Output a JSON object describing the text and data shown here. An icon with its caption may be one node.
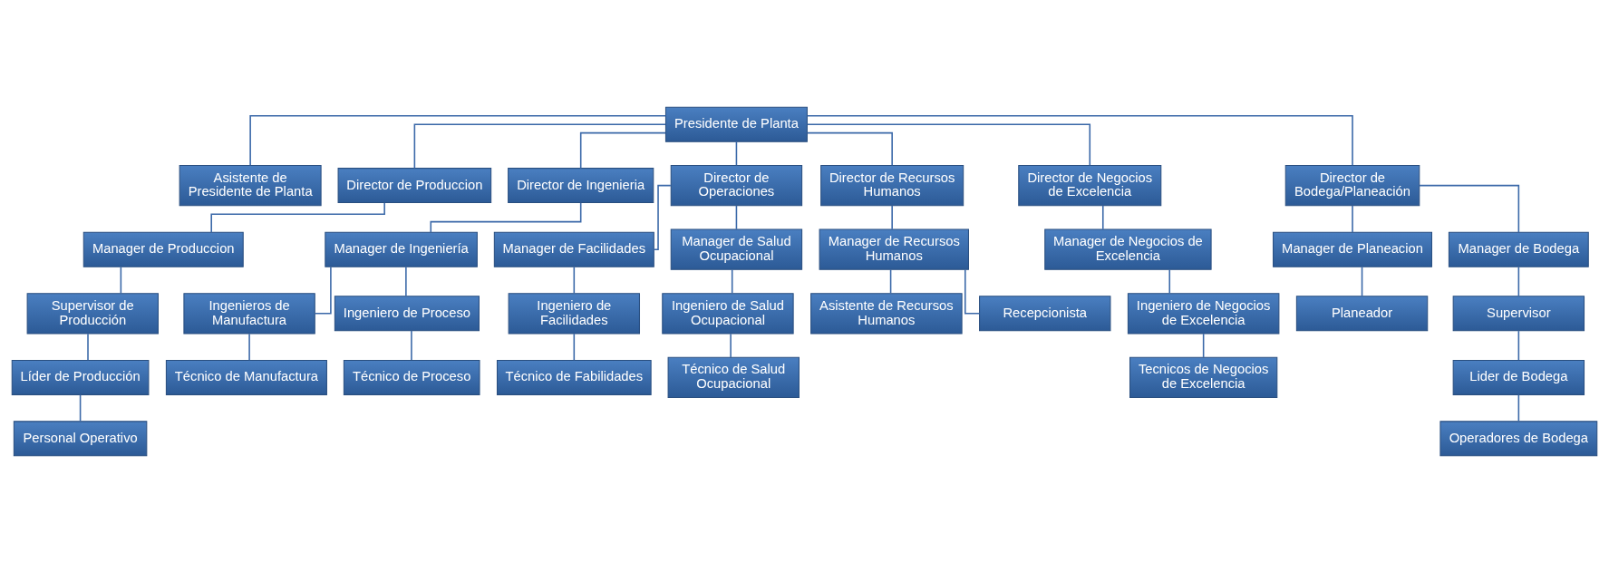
{
  "diagram": {
    "nodes": [
      {
        "text": [
          "Presidente de Planta"
        ]
      },
      {
        "text": [
          "Asistente de Presidente de Planta"
        ]
      },
      {
        "text": [
          "Director de Produccion"
        ]
      },
      {
        "text": [
          "Director de Ingenieria"
        ]
      },
      {
        "text": [
          "Director de Operaciones"
        ]
      },
      {
        "text": [
          "Director de Recursos Humanos"
        ]
      },
      {
        "text": [
          "Director de Negocios de Excelencia"
        ]
      },
      {
        "text": [
          "Director de Bodega/Planeación"
        ]
      },
      {
        "text": [
          "Manager de Produccion"
        ]
      },
      {
        "text": [
          "Manager de Ingeniería"
        ]
      },
      {
        "text": [
          "Manager de Facilidades"
        ]
      },
      {
        "text": [
          "Manager de Salud Ocupacional"
        ]
      },
      {
        "text": [
          "Manager de Recursos Humanos"
        ]
      },
      {
        "text": [
          "Manager de Negocios de Excelencia"
        ]
      },
      {
        "text": [
          "Manager de Planeacion"
        ]
      },
      {
        "text": [
          "Manager de Bodega"
        ]
      },
      {
        "text": [
          "Supervisor de Producción"
        ]
      },
      {
        "text": [
          "Ingenieros de Manufactura"
        ]
      },
      {
        "text": [
          "Ingeniero de Proceso"
        ]
      },
      {
        "text": [
          "Ingeniero de Facilidades"
        ]
      },
      {
        "text": [
          "Ingeniero de Salud Ocupacional"
        ]
      },
      {
        "text": [
          "Asistente de Recursos Humanos"
        ]
      },
      {
        "text": [
          "Ingeniero de Negocios de Excelencia"
        ]
      },
      {
        "text": [
          "Planeador"
        ]
      },
      {
        "text": [
          "Supervisor"
        ]
      },
      {
        "text": [
          "Líder de Producción"
        ]
      },
      {
        "text": [
          "Técnico de Manufactura"
        ]
      },
      {
        "text": [
          "Técnico de Proceso"
        ]
      },
      {
        "text": [
          "Técnico de Fabilidades"
        ]
      },
      {
        "text": [
          "Técnico de Salud Ocupacional"
        ]
      },
      {
        "text": [
          "Recepcionista"
        ]
      },
      {
        "text": [
          "Tecnicos de Negocios de Excelencia"
        ]
      },
      {
        "text": [
          "Lider de Bodega"
        ]
      },
      {
        "text": [
          "Personal Operativo"
        ]
      },
      {
        "text": [
          "Operadores de Bodega"
        ]
      }
    ],
    "edges": [
      {
        "from": 0,
        "to": 1,
        "arrow": "none"
      },
      {
        "from": 0,
        "to": 2,
        "arrow": "none"
      },
      {
        "from": 0,
        "to": 3,
        "arrow": "none"
      },
      {
        "from": 0,
        "to": 4,
        "arrow": "none"
      },
      {
        "from": 0,
        "to": 5,
        "arrow": "none"
      },
      {
        "from": 0,
        "to": 6,
        "arrow": "none"
      },
      {
        "from": 0,
        "to": 7,
        "arrow": "none"
      },
      {
        "from": 2,
        "to": 8,
        "arrow": "none"
      },
      {
        "from": 3,
        "to": 9,
        "arrow": "none"
      },
      {
        "from": 4,
        "to": 10,
        "arrow": "none"
      },
      {
        "from": 4,
        "to": 11,
        "arrow": "none"
      },
      {
        "from": 5,
        "to": 12,
        "arrow": "none"
      },
      {
        "from": 6,
        "to": 13,
        "arrow": "none"
      },
      {
        "from": 7,
        "to": 14,
        "arrow": "none"
      },
      {
        "from": 7,
        "to": 15,
        "arrow": "none"
      },
      {
        "from": 8,
        "to": 16,
        "arrow": "none"
      },
      {
        "from": 9,
        "to": 17,
        "arrow": "none"
      },
      {
        "from": 9,
        "to": 18,
        "arrow": "none"
      },
      {
        "from": 10,
        "to": 19,
        "arrow": "none"
      },
      {
        "from": 11,
        "to": 20,
        "arrow": "none"
      },
      {
        "from": 12,
        "to": 21,
        "arrow": "none"
      },
      {
        "from": 12,
        "to": 30,
        "arrow": "none"
      },
      {
        "from": 13,
        "to": 22,
        "arrow": "none"
      },
      {
        "from": 14,
        "to": 23,
        "arrow": "none"
      },
      {
        "from": 15,
        "to": 24,
        "arrow": "none"
      },
      {
        "from": 16,
        "to": 25,
        "arrow": "none"
      },
      {
        "from": 17,
        "to": 26,
        "arrow": "none"
      },
      {
        "from": 18,
        "to": 27,
        "arrow": "none"
      },
      {
        "from": 19,
        "to": 28,
        "arrow": "none"
      },
      {
        "from": 20,
        "to": 29,
        "arrow": "none"
      },
      {
        "from": 22,
        "to": 31,
        "arrow": "none"
      },
      {
        "from": 24,
        "to": 32,
        "arrow": "none"
      },
      {
        "from": 25,
        "to": 33,
        "arrow": "none"
      },
      {
        "from": 32,
        "to": 34,
        "arrow": "none"
      }
    ]
  }
}
